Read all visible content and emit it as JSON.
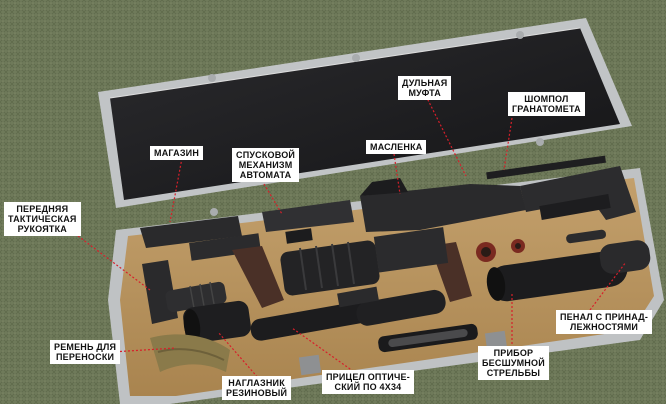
{
  "labels": {
    "magazine": "МАГАЗИН",
    "trigger": "СПУСКОВОЙ\nМЕХАНИЗМ\nАВТОМАТА",
    "muzzle": "ДУЛЬНАЯ\nМУФТА",
    "ramrod": "ШОМПОЛ\nГРАНАТОМЕТА",
    "oiler": "МАСЛЕНКА",
    "grip": "ПЕРЕДНЯЯ\nТАКТИЧЕСКАЯ\nРУКОЯТКА",
    "sling": "РЕМЕНЬ ДЛЯ\nПЕРЕНОСКИ",
    "eyecup": "НАГЛАЗНИК\nРЕЗИНОВЫЙ",
    "scope": "ПРИЦЕЛ ОПТИЧЕ-\nСКИЙ ПО 4Х34",
    "silencer": "ПРИБОР\nБЕСШУМНОЙ\nСТРЕЛЬБЫ",
    "pouch": "ПЕНАЛ С ПРИНАД-\nЛЕЖНОСТЯМИ"
  },
  "colors": {
    "background": "#6f7a5a",
    "case_frame": "#b9bcbe",
    "case_lid": "#1d1d1f",
    "case_lining": "#b8935f",
    "weapon": "#2a2a2c",
    "grip_brown": "#4a3027",
    "label_bg": "#ffffff",
    "pointer": "#d81f2a"
  }
}
